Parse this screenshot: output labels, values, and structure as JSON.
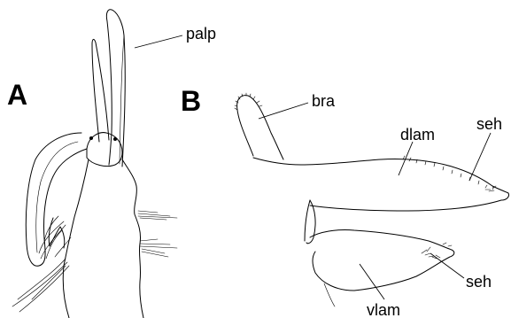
{
  "figure": {
    "panel_a_letter": "A",
    "panel_b_letter": "B",
    "labels": {
      "palp": "palp",
      "bra": "bra",
      "dlam": "dlam",
      "seh_upper": "seh",
      "seh_lower": "seh",
      "vlam": "vlam"
    }
  }
}
